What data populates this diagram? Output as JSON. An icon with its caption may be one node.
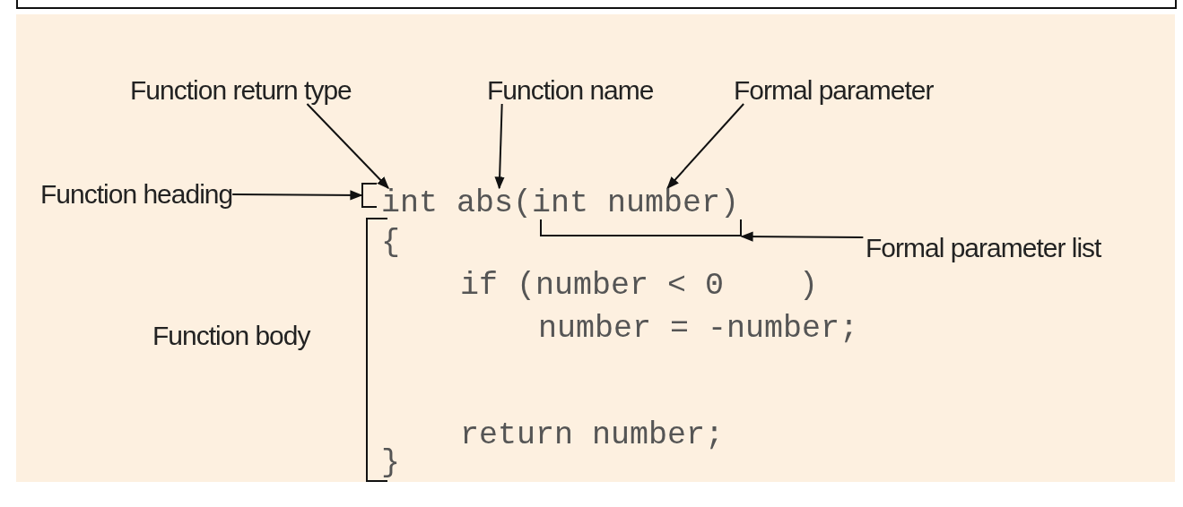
{
  "diagram": {
    "nodes": [
      {
        "text": [
          "Function return type"
        ]
      },
      {
        "text": [
          "Function name"
        ]
      },
      {
        "text": [
          "Formal parameter"
        ]
      },
      {
        "text": [
          "Function heading"
        ]
      },
      {
        "text": [
          "Formal parameter list"
        ]
      },
      {
        "text": [
          "int abs(int number)"
        ]
      },
      {
        "text": [],
        "shape": "bracket"
      },
      {
        "text": [],
        "shape": "bracket"
      }
    ],
    "edges": [
      {
        "from": 0,
        "to": 5,
        "arrow": "to"
      },
      {
        "from": 1,
        "to": 5,
        "arrow": "to"
      },
      {
        "from": 2,
        "to": 5,
        "arrow": "to"
      },
      {
        "from": 3,
        "to": 6,
        "arrow": "to"
      },
      {
        "from": 4,
        "to": 7,
        "arrow": "to"
      }
    ],
    "labels": [
      "Function body",
      "{",
      "if (number < 0    )",
      "number = -number;",
      "return number;",
      "}"
    ]
  }
}
